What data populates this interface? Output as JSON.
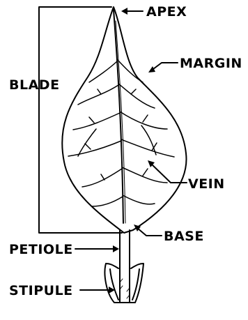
{
  "labels": {
    "apex": "APEX",
    "margin": "MARGIN",
    "blade": "BLADE",
    "vein": "VEIN",
    "base": "BASE",
    "petiole": "PETIOLE",
    "stipule": "STIPULE"
  },
  "colors": {
    "ink": "#000000",
    "background": "#ffffff"
  }
}
